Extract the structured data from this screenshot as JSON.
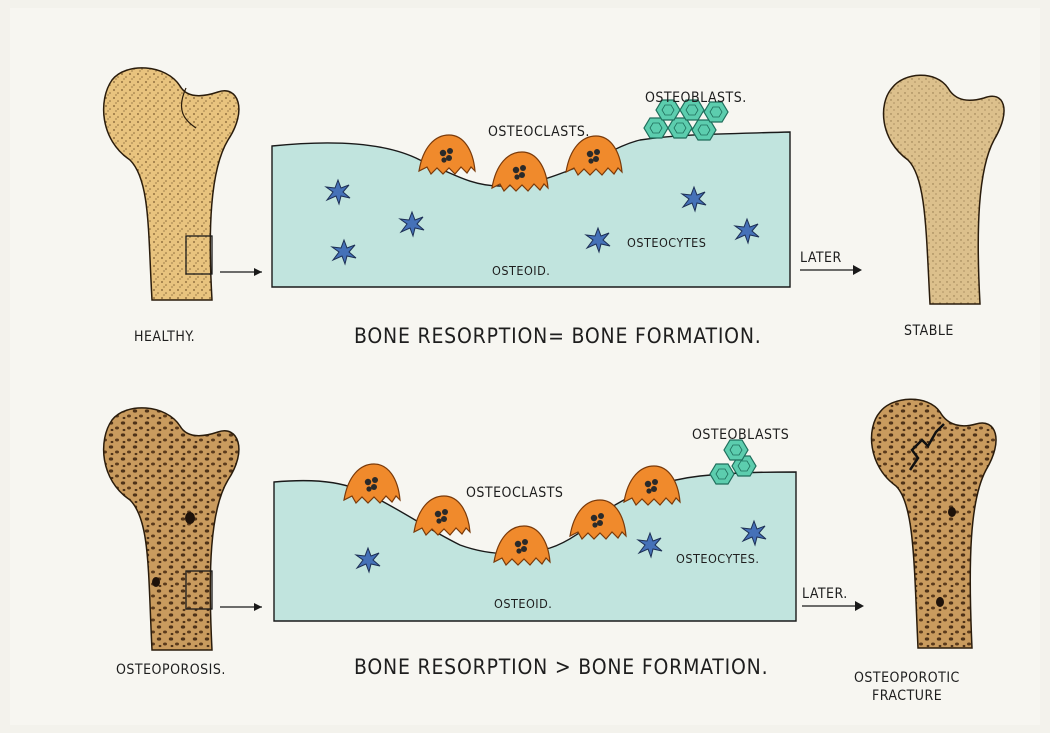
{
  "top": {
    "left_bone_label": "HEALTHY.",
    "right_bone_label": "STABLE",
    "caption": "BONE RESORPTION= BONE FORMATION.",
    "osteoclasts": "OSTEOCLASTS.",
    "osteoblasts": "OSTEOBLASTS.",
    "osteocytes": "OSTEOCYTES",
    "osteoid": "OSTEOID.",
    "arrow": "LATER"
  },
  "bottom": {
    "left_bone_label": "OSTEOPOROSIS.",
    "right_bone_label_line1": "OSTEOPOROTIC",
    "right_bone_label_line2": "FRACTURE",
    "caption": "BONE RESORPTION > BONE FORMATION.",
    "osteoclasts": "OSTEOCLASTS",
    "osteoblasts": "OSTEOBLASTS",
    "osteocytes": "OSTEOCYTES.",
    "osteoid": "OSTEOID.",
    "arrow": "LATER."
  },
  "colors": {
    "healthy_bone": "#e9c98a",
    "porous_bone": "#6a4a2a",
    "osteoid": "#bfe3dd",
    "osteoclast": "#ef8a2a",
    "osteoblast": "#4fc4a4",
    "osteocyte": "#3f6fb5"
  }
}
